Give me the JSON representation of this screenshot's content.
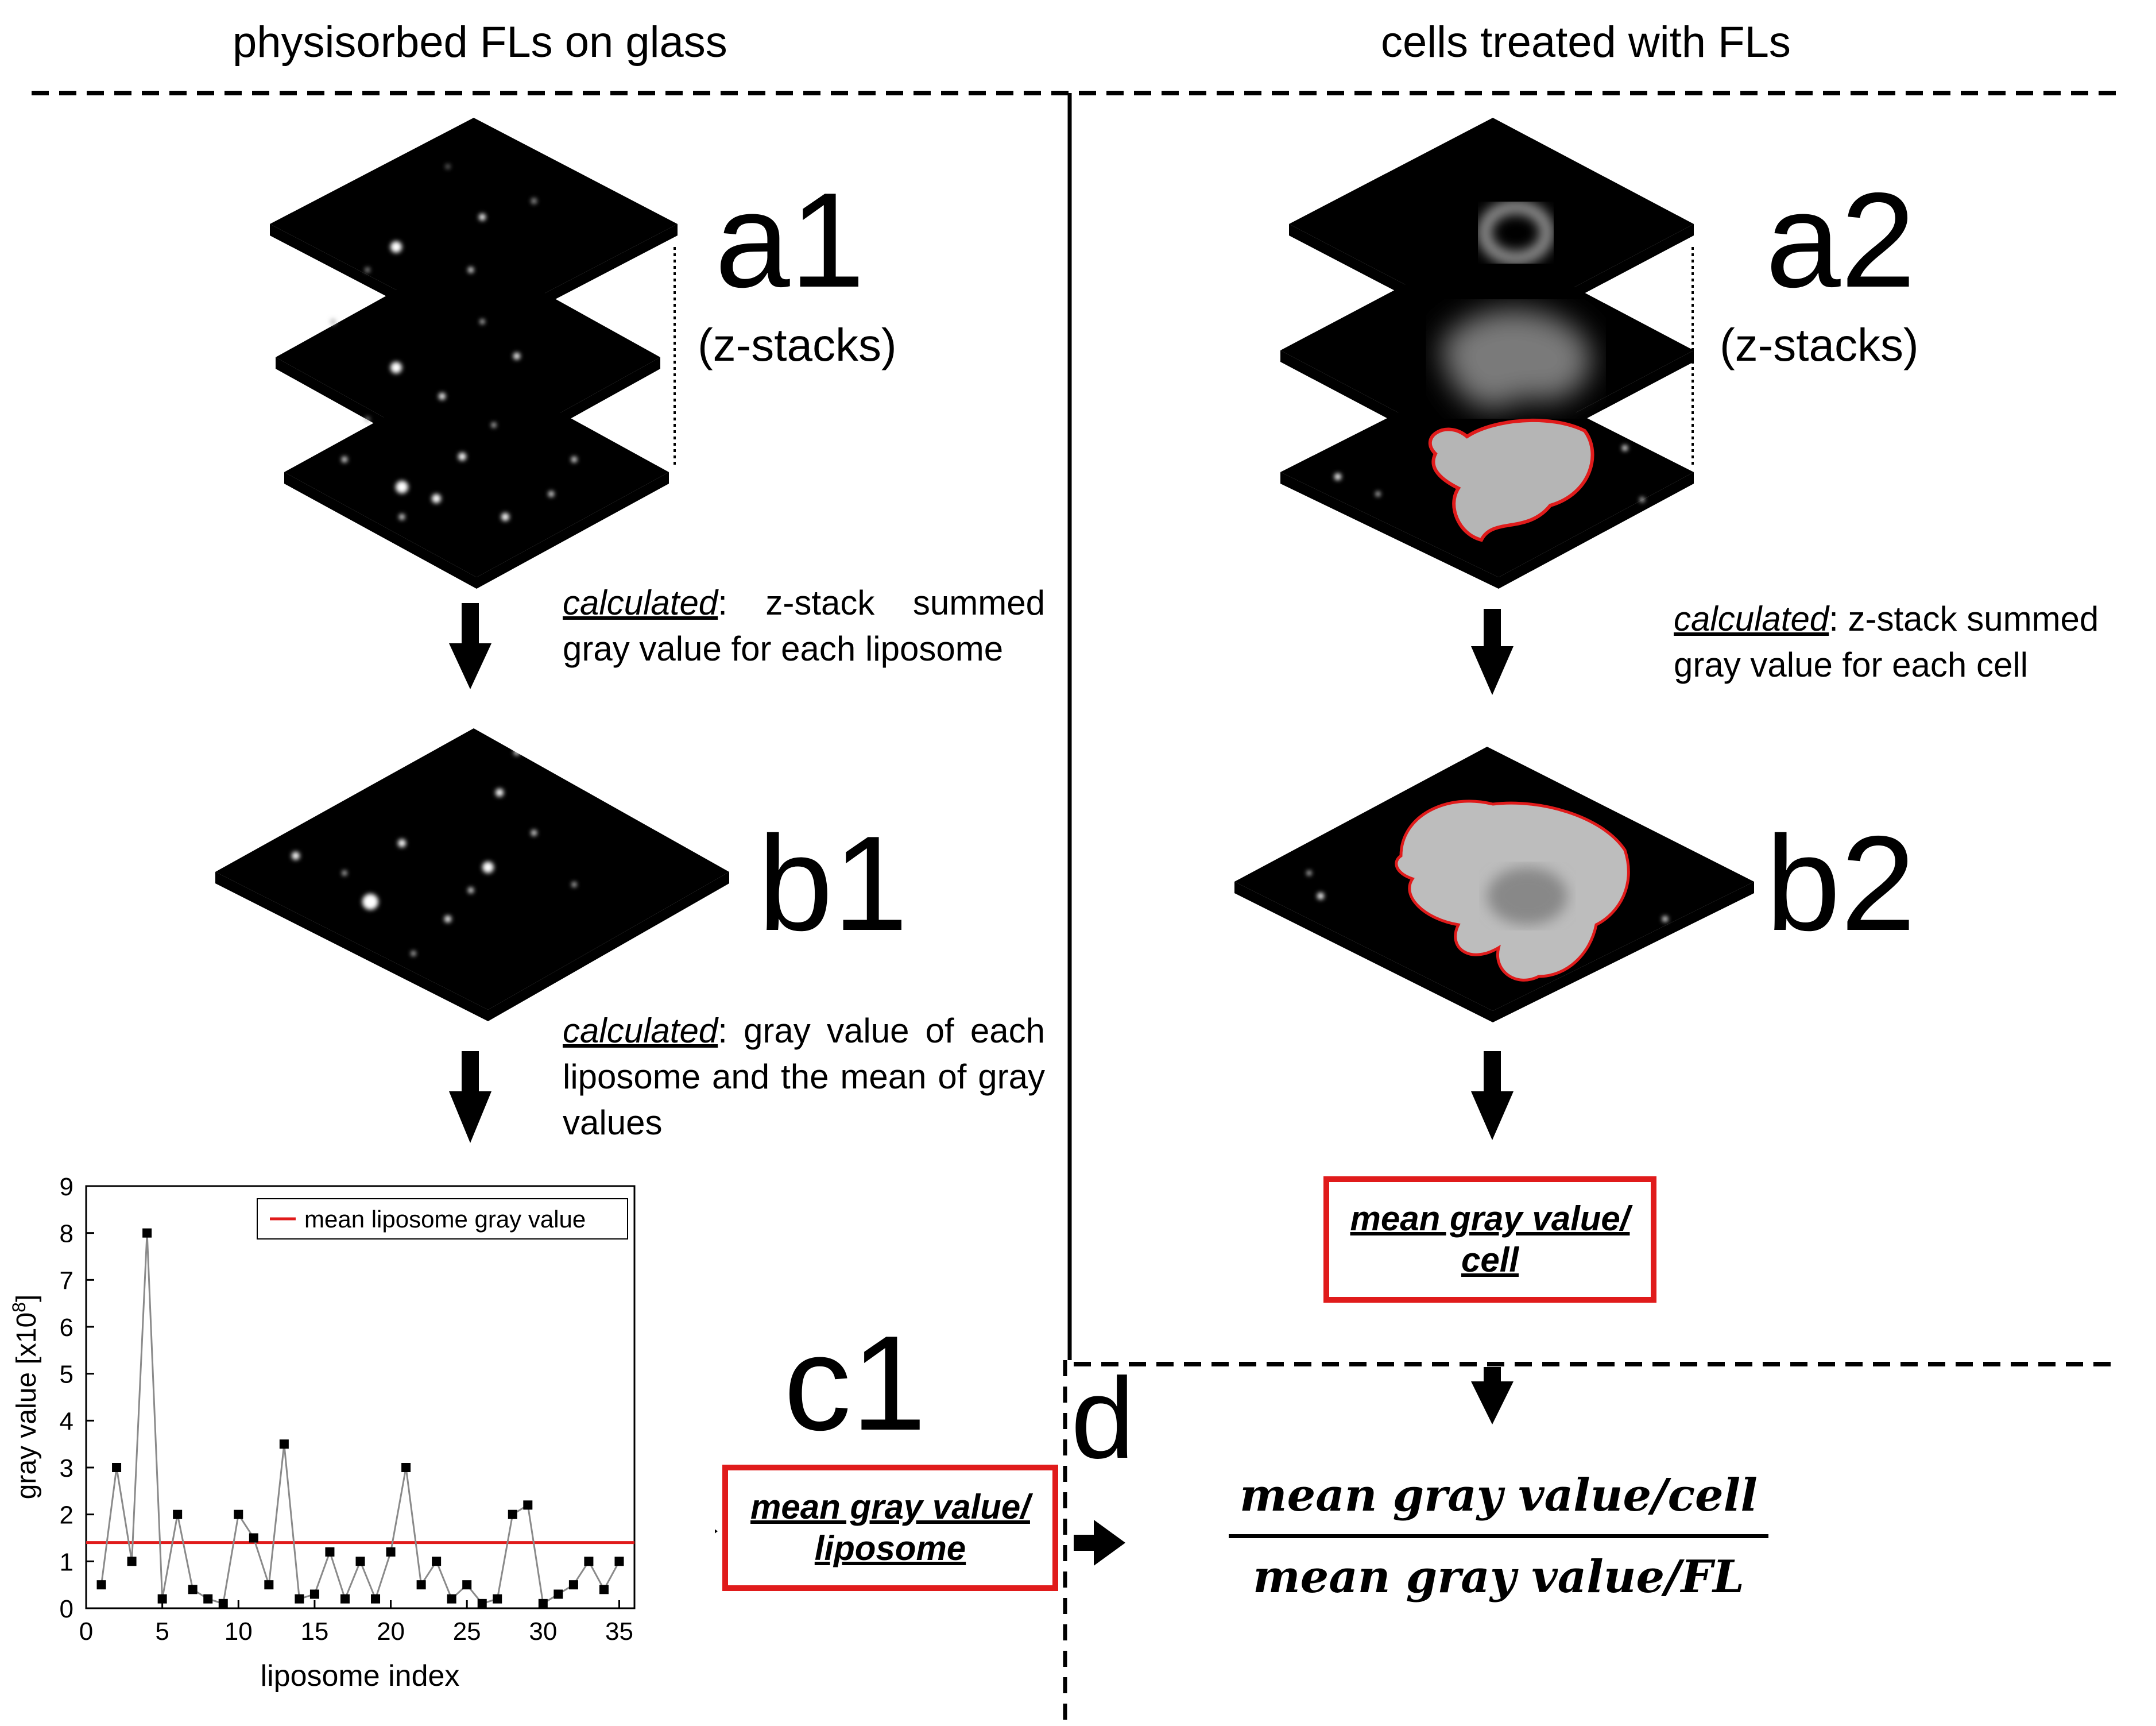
{
  "headers": {
    "left": "physisorbed FLs on glass",
    "right": "cells treated with FLs"
  },
  "labels": {
    "a1": "a1",
    "a2": "a2",
    "b1": "b1",
    "b2": "b2",
    "c1": "c1",
    "d": "d",
    "zstacks_left": "(z-stacks)",
    "zstacks_right": "(z-stacks)"
  },
  "steps": {
    "left_1": {
      "emph": "calculated",
      "text": ": z-stack summed gray value for each liposome"
    },
    "left_2": {
      "emph": "calculated",
      "text": ": gray value of each liposome and the mean of gray values"
    },
    "right_1": {
      "emph": "calculated",
      "text": ": z-stack summed gray value for each cell"
    }
  },
  "boxes": {
    "cell": {
      "line1": "mean gray value/",
      "line2": "cell"
    },
    "liposome": {
      "line1": "mean gray value/",
      "line2": "liposome"
    }
  },
  "formula": {
    "numerator": "mean gray value/cell",
    "denominator": "mean gray value/FL"
  },
  "colors": {
    "accent_red": "#e01b1b",
    "image_bg": "#000000",
    "line_gray": "#8a8a8a"
  },
  "chart_data": {
    "type": "line",
    "xlabel": "liposome index",
    "ylabel": "gray value [x10",
    "ylabel_exp": "8",
    "ylabel_close": "]",
    "xlim": [
      0,
      36
    ],
    "ylim": [
      0,
      9
    ],
    "xticks": [
      0,
      5,
      10,
      15,
      20,
      25,
      30,
      35
    ],
    "yticks": [
      0,
      1,
      2,
      3,
      4,
      5,
      6,
      7,
      8,
      9
    ],
    "x": [
      1,
      2,
      3,
      4,
      5,
      6,
      7,
      8,
      9,
      10,
      11,
      12,
      13,
      14,
      15,
      16,
      17,
      18,
      19,
      20,
      21,
      22,
      23,
      24,
      25,
      26,
      27,
      28,
      29,
      30,
      31,
      32,
      33,
      34,
      35
    ],
    "y": [
      0.5,
      3.0,
      1.0,
      8.0,
      0.2,
      2.0,
      0.4,
      0.2,
      0.1,
      2.0,
      1.5,
      0.5,
      3.5,
      0.2,
      0.3,
      1.2,
      0.2,
      1.0,
      0.2,
      1.2,
      3.0,
      0.5,
      1.0,
      0.2,
      0.5,
      0.1,
      0.2,
      2.0,
      2.2,
      0.1,
      0.3,
      0.5,
      1.0,
      0.4,
      1.0
    ],
    "mean": 1.4,
    "legend": "mean liposome gray value",
    "legend_position": "top-right"
  }
}
